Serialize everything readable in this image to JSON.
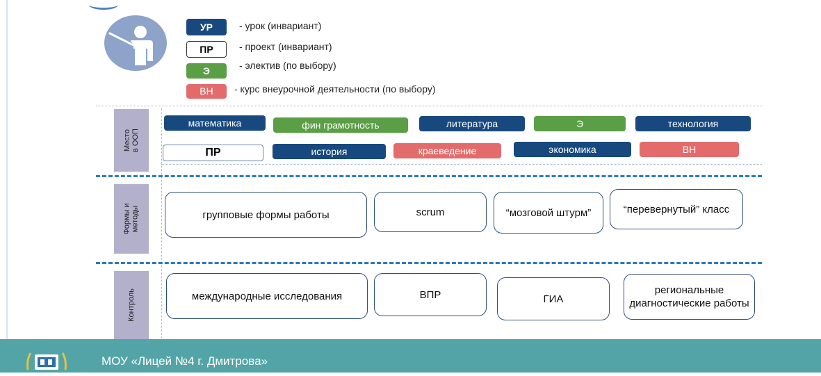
{
  "legend": {
    "ur": {
      "badge": "УР",
      "text": "- урок (инвариант)"
    },
    "pr": {
      "badge": "ПР",
      "text": "- проект (инвариант)"
    },
    "e": {
      "badge": "Э",
      "text": "- электив (по выбору)"
    },
    "vn": {
      "badge": "ВН",
      "text": "- курс внеурочной деятельности (по выбору)"
    }
  },
  "sections": {
    "mesto": {
      "label": "Место в ООП"
    },
    "formy": {
      "label_line1": "Формы и",
      "label_line2": "методы"
    },
    "kontrol": {
      "label": "Контроль"
    }
  },
  "mesto_items": {
    "row1": [
      "математика",
      "фин грамотность",
      "литература",
      "Э",
      "технология"
    ],
    "row2": [
      "ПР",
      "история",
      "краеведение",
      "экономика",
      "ВН"
    ]
  },
  "formy_items": [
    "групповые формы работы",
    "scrum",
    "“мозговой штурм”",
    "“перевернутый” класс"
  ],
  "kontrol_items": [
    "международные исследования",
    "ВПР",
    "ГИА",
    "региональные диагностические работы"
  ],
  "footer": {
    "text": "МОУ «Лицей №4 г. Дмитрова»"
  },
  "colors": {
    "navy": "#17497f",
    "green": "#5a9e45",
    "red": "#e36b6b",
    "tab": "#b3b0cc",
    "footer": "#53a4a6",
    "dash": "#2a7ac4"
  }
}
